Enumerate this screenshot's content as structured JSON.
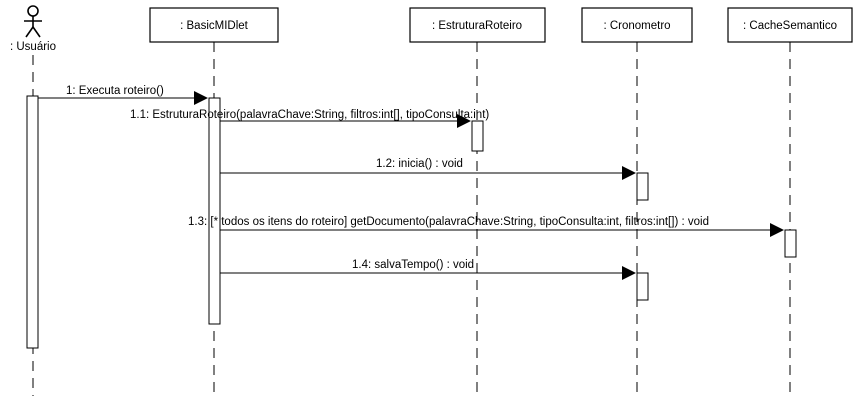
{
  "actor": {
    "label": ": Usuário",
    "icon": "stick-figure-icon"
  },
  "objects": [
    {
      "id": "midlet",
      "label": ": BasicMIDlet"
    },
    {
      "id": "roteiro",
      "label": ": EstruturaRoteiro"
    },
    {
      "id": "crono",
      "label": ": Cronometro"
    },
    {
      "id": "cache",
      "label": ": CacheSemantico"
    }
  ],
  "messages": [
    {
      "label": "1: Executa roteiro()"
    },
    {
      "label": "1.1: EstruturaRoteiro(palavraChave:String, filtros:int[], tipoConsulta:int)"
    },
    {
      "label": "1.2: inicia() : void"
    },
    {
      "label": "1.3: [* todos os itens do roteiro] getDocumento(palavraChave:String, tipoConsulta:int, filtros:int[]) : void"
    },
    {
      "label": "1.4: salvaTempo() : void"
    }
  ]
}
